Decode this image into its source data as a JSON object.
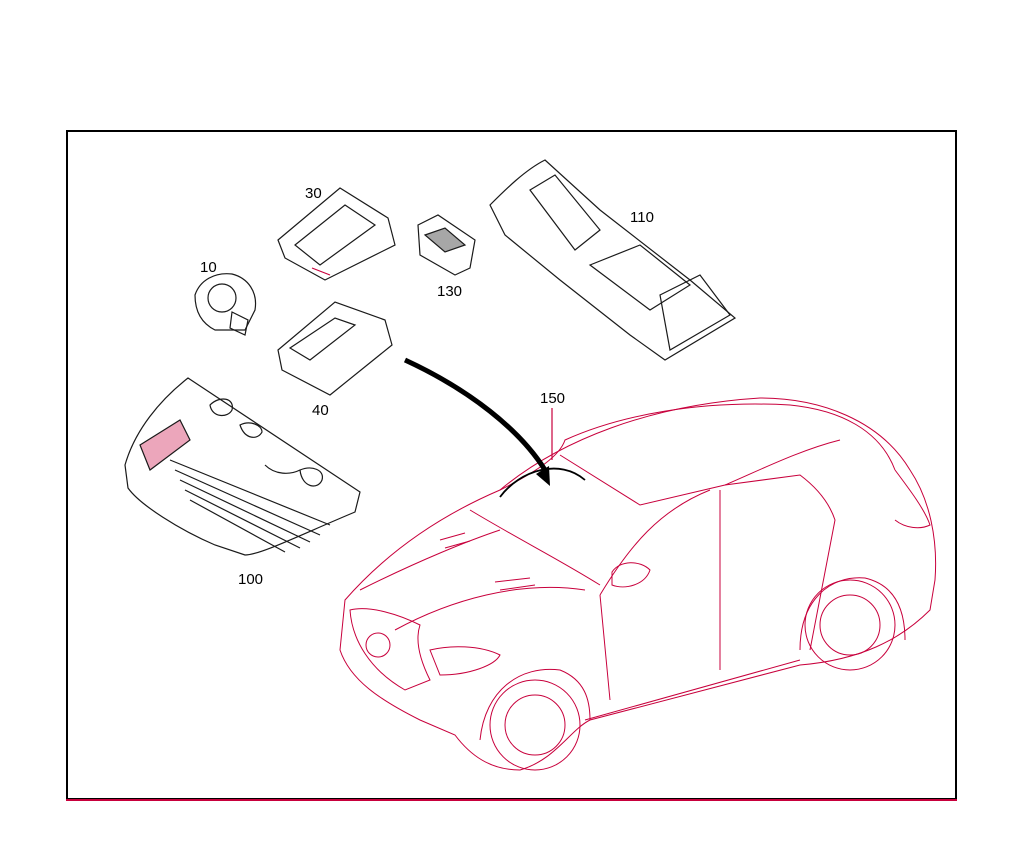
{
  "diagram": {
    "colors": {
      "outline": "#000000",
      "car": "#c8003c",
      "part": "#1a1a1a",
      "accent": "#c8003c"
    },
    "parts": [
      {
        "id": "p10",
        "label": "10"
      },
      {
        "id": "p30",
        "label": "30"
      },
      {
        "id": "p40",
        "label": "40"
      },
      {
        "id": "p100",
        "label": "100"
      },
      {
        "id": "p110",
        "label": "110"
      },
      {
        "id": "p130",
        "label": "130"
      },
      {
        "id": "p150",
        "label": "150"
      }
    ]
  }
}
